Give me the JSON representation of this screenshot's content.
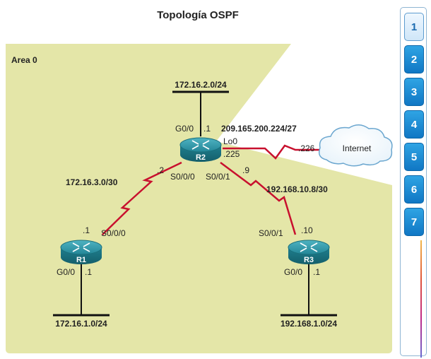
{
  "title": "Topología OSPF",
  "area_label": "Area 0",
  "colors": {
    "area_fill": "#e4e6a8",
    "serial_link": "#c8102e",
    "router_body": "#2a8a9a",
    "step_active_text": "#1b6bb0",
    "step_fill": "#1a8ad6"
  },
  "routers": {
    "r1": {
      "name": "R1"
    },
    "r2": {
      "name": "R2"
    },
    "r3": {
      "name": "R3"
    }
  },
  "networks": {
    "r2_lan": "172.16.2.0/24",
    "r1_lan": "172.16.1.0/24",
    "r3_lan": "192.168.1.0/24",
    "r1_r2": "172.16.3.0/30",
    "r2_r3": "192.168.10.8/30",
    "internet": "209.165.200.224/27"
  },
  "labels": {
    "r2_g00": "G0/0",
    "r2_g00_host": ".1",
    "r2_lo0": "Lo0",
    "r2_lo0_host": ".225",
    "isp_host": ".226",
    "r2_s000_host": ".2",
    "r2_s000": "S0/0/0",
    "r2_s001": "S0/0/1",
    "r2_s001_host": ".9",
    "r1_s000_host": ".1",
    "r1_s000": "S0/0/0",
    "r1_g00": "G0/0",
    "r1_g00_host": ".1",
    "r3_s001": "S0/0/1",
    "r3_s001_host": ".10",
    "r3_g00": "G0/0",
    "r3_g00_host": ".1"
  },
  "cloud_label": "Internet",
  "nav": {
    "steps": [
      "1",
      "2",
      "3",
      "4",
      "5",
      "6",
      "7"
    ],
    "active": "1"
  }
}
